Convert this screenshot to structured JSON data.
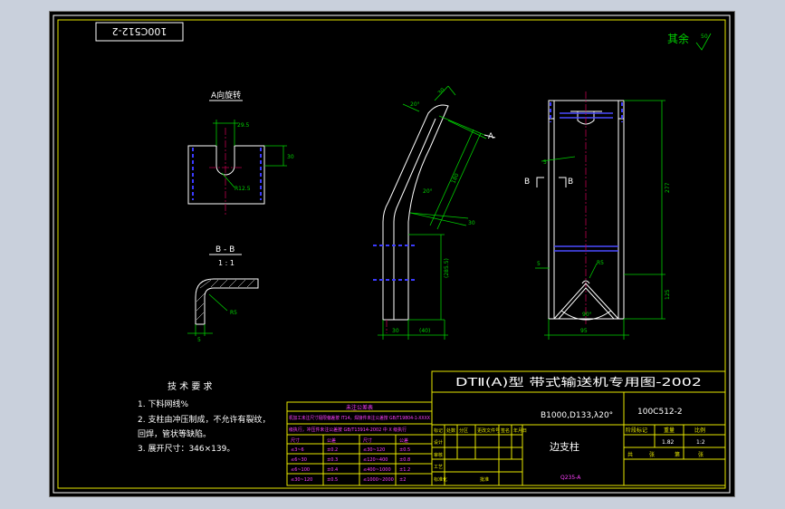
{
  "drawing": {
    "code_box": "100C512-2",
    "roughness_note": "其余",
    "roughness_value": "50",
    "view_a": {
      "title": "A向旋转",
      "dim_small": "29.5",
      "dim_side": "30",
      "radius": "R12.5"
    },
    "section_bb": {
      "title": "B - B",
      "scale": "1 : 1",
      "dim_radius": "R5",
      "dim_thickness": "5"
    },
    "side_view": {
      "label_a": "A",
      "dim_top": "30",
      "dim_angle1": "20°",
      "dim_slant": "180",
      "dim_angle2": "20°",
      "dim_height": "(285.5)",
      "dim_bottom_left": "30",
      "dim_bottom_right": "(40)"
    },
    "front_view": {
      "label_b_left": "B",
      "label_b_right": "B",
      "dim_5": "5",
      "dim_height": "277",
      "dim_radius": "R5",
      "dim_angle": "90°",
      "dim_right": "125",
      "dim_width": "95"
    },
    "tech_req": {
      "title": "技 术 要 求",
      "items": [
        "1. 下料网线%",
        "2. 支柱由冲压制成，不允许有裂纹，",
        "   回焊，管状等缺陷。",
        "3. 展开尺寸：346×139。"
      ]
    },
    "tolerance_table": {
      "title": "未注公差表",
      "note_line1": "机加工未注尺寸极限偏差按 IT14，焊接件未注公差按 GB/T19804-1-XXXX",
      "note_line2": "级执行，冲压件未注公差按 GB/T13914-2002 中 X 级执行",
      "header": [
        "尺寸",
        "公差",
        "尺寸",
        "公差"
      ],
      "rows": [
        [
          "≤3~6",
          "±0.2",
          "≤30~120",
          "±0.5"
        ],
        [
          "≤6~30",
          "±0.3",
          "≤120~400",
          "±0.8"
        ],
        [
          "≤6~100",
          "±0.4",
          "≤400~1000",
          "±1.2"
        ],
        [
          "≤30~120",
          "±0.5",
          "≤1000~2000",
          "±2"
        ]
      ]
    },
    "title_block": {
      "main_title": "DTⅡ(A)型  带式输送机专用图-2002",
      "spec": "B1000,D133,λ20°",
      "drawing_no": "100C512-2",
      "part_name": "边支柱",
      "material": "Q235-A",
      "weight_label": "重量",
      "scale_label": "比例",
      "scale_value": "1:2",
      "weight_value": "1.82",
      "stage_label": "阶段标记",
      "sheet_total": "共",
      "sheet_label": "张",
      "sheet_no": "第",
      "sheet_no_label": "张",
      "roles": [
        "标记",
        "处数",
        "分区",
        "更改文件号",
        "签名",
        "年月日"
      ],
      "signers": [
        "设计",
        "审核",
        "工艺",
        "标准化",
        "批准"
      ]
    }
  }
}
